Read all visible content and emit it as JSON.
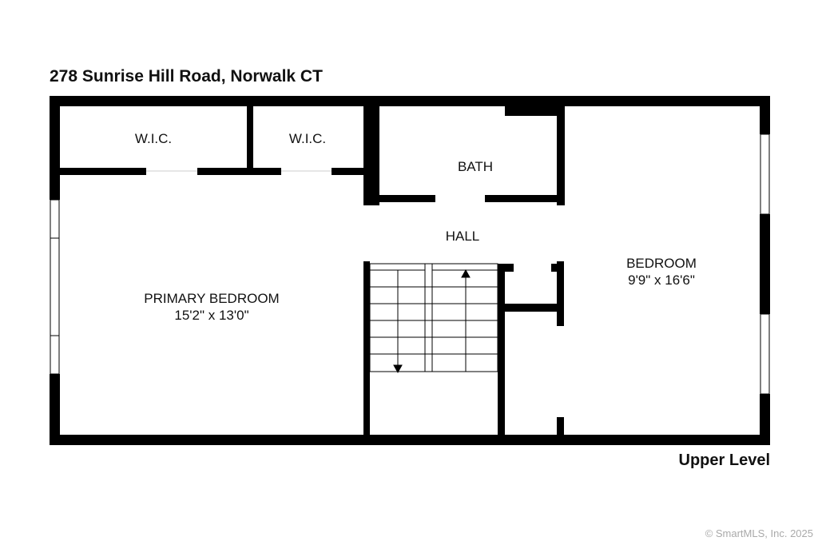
{
  "title": "278 Sunrise Hill Road, Norwalk CT",
  "level": "Upper Level",
  "copyright": "© SmartMLS, Inc. 2025",
  "rooms": {
    "wic1": "W.I.C.",
    "wic2": "W.I.C.",
    "bath": "BATH",
    "hall": "HALL",
    "primary_name": "PRIMARY BEDROOM",
    "primary_dims": "15'2\" x 13'0\"",
    "bedroom_name": "BEDROOM",
    "bedroom_dims": "9'9\" x 16'6\""
  }
}
